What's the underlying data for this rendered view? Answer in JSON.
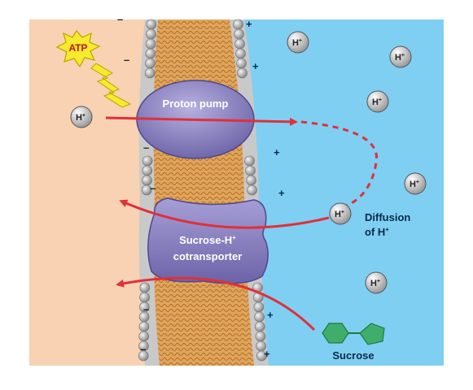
{
  "atp": {
    "label": "ATP"
  },
  "proton_pump": {
    "label": "Proton pump"
  },
  "cotransporter": {
    "line1": "Sucrose-H",
    "line1_sup": "+",
    "line2": "cotransporter"
  },
  "diffusion": {
    "line1": "Diffusion",
    "line2": "of H",
    "line2_sup": "+"
  },
  "sucrose": {
    "label": "Sucrose"
  },
  "ion": {
    "base": "H",
    "sup": "+"
  },
  "charges": {
    "negative": "–",
    "positive": "+"
  },
  "colors": {
    "cytoplasm": "#f8d2b2",
    "exterior": "#7fcff2",
    "pump_protein": "#8f86c4",
    "lipid_tails": "#e0a45a",
    "arrow": "#e0303a",
    "sucrose": "#3fae6a",
    "atp_burst": "#f5ea2c"
  }
}
